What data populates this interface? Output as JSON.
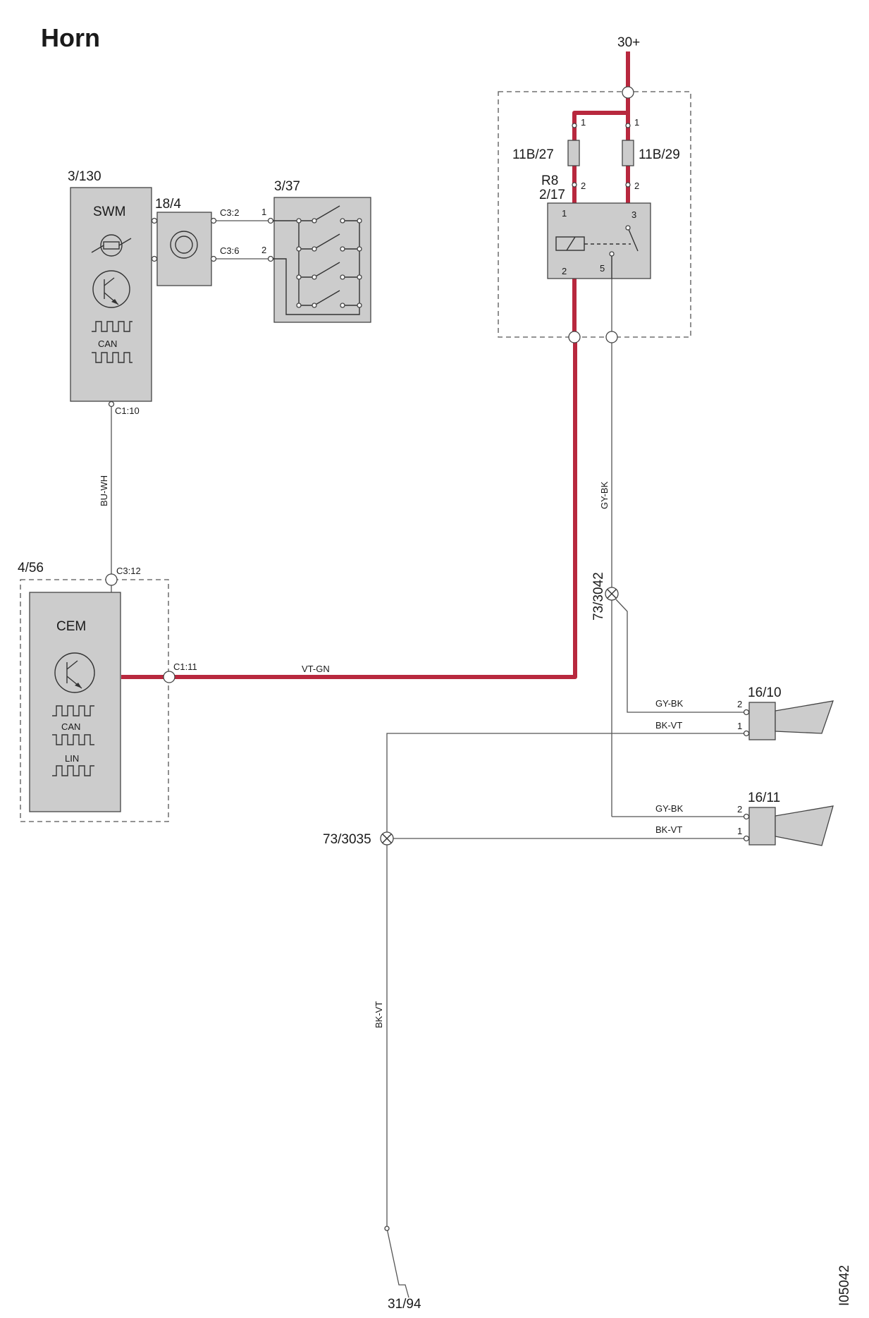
{
  "title": "Horn",
  "figure_id": "I05042",
  "supply_label": "30+",
  "ground_label": "31/94",
  "components": {
    "swm": {
      "id": "3/130",
      "name": "SWM",
      "bus_label": "CAN",
      "pin_c1": "C1:10"
    },
    "clockspring": {
      "id": "18/4",
      "pin_a": "C3:2",
      "pin_b": "C3:6"
    },
    "horn_switch": {
      "id": "3/37",
      "pin_1": "1",
      "pin_2": "2"
    },
    "cem": {
      "id": "4/56",
      "name": "CEM",
      "bus1_label": "CAN",
      "bus2_label": "LIN",
      "pin_c3": "C3:12",
      "pin_c1": "C1:11"
    },
    "fuse_a": {
      "id": "11B/27",
      "pin_top": "1",
      "pin_bottom": "2"
    },
    "fuse_b": {
      "id": "11B/29",
      "pin_top": "1",
      "pin_bottom": "2"
    },
    "relay": {
      "id_line1": "R8",
      "id_line2": "2/17",
      "pin_1": "1",
      "pin_2": "2",
      "pin_3": "3",
      "pin_5": "5"
    },
    "splice_a": {
      "id": "73/3042"
    },
    "splice_b": {
      "id": "73/3035"
    },
    "horn_1": {
      "id": "16/10",
      "pin_2": "2",
      "pin_1": "1"
    },
    "horn_2": {
      "id": "16/11",
      "pin_2": "2",
      "pin_1": "1"
    }
  },
  "wires": {
    "swm_cem": "BU-WH",
    "cem_relay": "VT-GN",
    "relay_out": "GY-BK",
    "horn1_pos": "GY-BK",
    "horn1_neg": "BK-VT",
    "horn2_pos": "GY-BK",
    "horn2_neg": "BK-VT",
    "ground": "BK-VT"
  },
  "colors": {
    "active_wire": "#b8283e",
    "component_fill": "#cccccc",
    "wire": "#555555"
  }
}
